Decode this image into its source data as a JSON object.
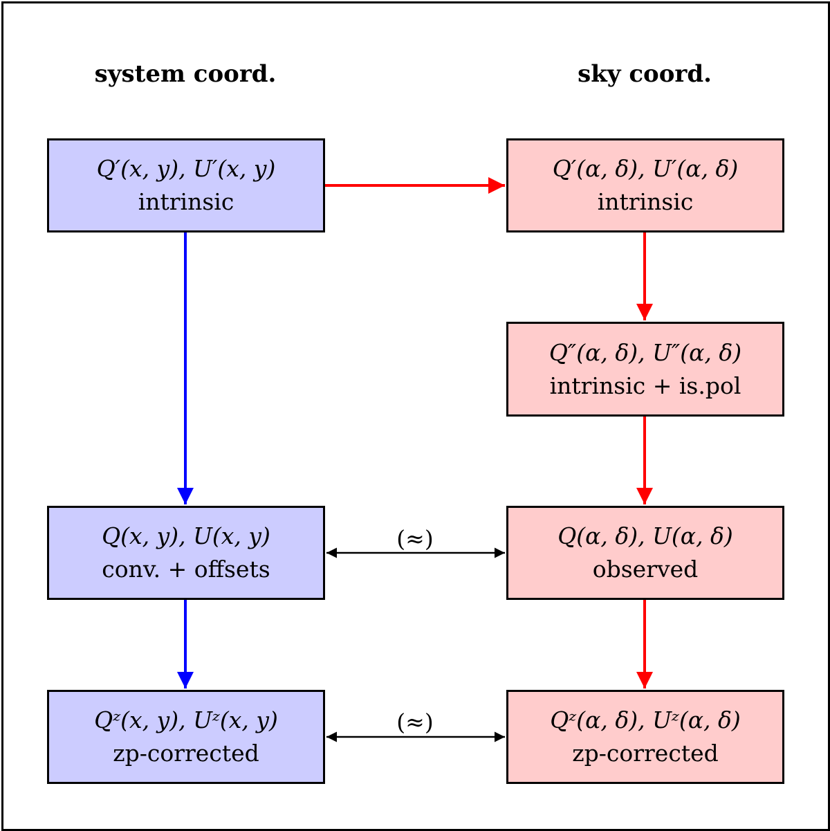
{
  "headers": {
    "left": "system coord.",
    "right": "sky coord."
  },
  "nodes": {
    "sys_intrinsic": {
      "formula": "Q′(x, y), U′(x, y)",
      "desc": "intrinsic"
    },
    "sys_conv": {
      "formula": "Q(x, y), U(x, y)",
      "desc": "conv.  + offsets"
    },
    "sys_zp": {
      "formula": "Qᶻ(x, y), Uᶻ(x, y)",
      "desc": "zp-corrected"
    },
    "sky_intrinsic": {
      "formula": "Q′(α, δ), U′(α, δ)",
      "desc": "intrinsic"
    },
    "sky_ispol": {
      "formula": "Q″(α, δ), U″(α, δ)",
      "desc": "intrinsic + is.pol"
    },
    "sky_observed": {
      "formula": "Q(α, δ), U(α, δ)",
      "desc": "observed"
    },
    "sky_zp": {
      "formula": "Qᶻ(α, δ), Uᶻ(α, δ)",
      "desc": "zp-corrected"
    }
  },
  "edges": {
    "approx_upper": "(≈)",
    "approx_lower": "(≈)"
  },
  "colors": {
    "system_fill": "#ccccff",
    "sky_fill": "#ffcccc",
    "system_arrow": "#0000ff",
    "sky_arrow": "#ff0000",
    "equivalence_arrow": "#000000"
  }
}
